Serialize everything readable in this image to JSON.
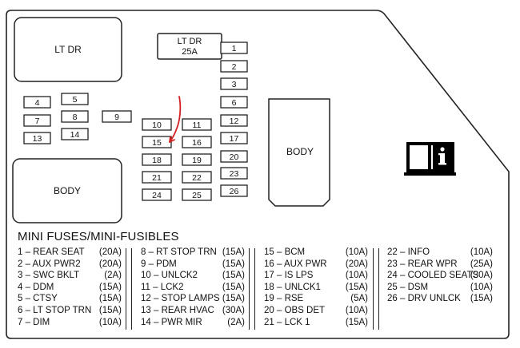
{
  "relays": {
    "lt_dr_relay": "LT DR",
    "body_left": "BODY",
    "body_center": "BODY"
  },
  "lt_dr_fuse": {
    "name": "LT DR",
    "amp": "25A"
  },
  "fuse_numbers": [
    "1",
    "2",
    "3",
    "4",
    "5",
    "6",
    "7",
    "8",
    "9",
    "10",
    "11",
    "12",
    "13",
    "14",
    "15",
    "16",
    "17",
    "18",
    "19",
    "20",
    "21",
    "22",
    "23",
    "24",
    "25",
    "26"
  ],
  "info_icon": "info-manual-icon",
  "annotation": {
    "color": "#d42020",
    "kind": "red-arrow-pointing-to-fuse-15"
  },
  "legend": {
    "title": "MINI FUSES/MINI-FUSIBLES",
    "columns": [
      [
        {
          "label": "1 – REAR SEAT",
          "amp": "(20A)"
        },
        {
          "label": "2 – AUX PWR2",
          "amp": "(20A)"
        },
        {
          "label": "3 – SWC BKLT",
          "amp": "(2A)"
        },
        {
          "label": "4 – DDM",
          "amp": "(15A)"
        },
        {
          "label": "5 – CTSY",
          "amp": "(15A)"
        },
        {
          "label": "6 – LT STOP TRN",
          "amp": "(15A)"
        },
        {
          "label": "7 – DIM",
          "amp": "(10A)"
        }
      ],
      [
        {
          "label": "8 – RT STOP TRN",
          "amp": "(15A)"
        },
        {
          "label": "9 – PDM",
          "amp": "(15A)"
        },
        {
          "label": "10 – UNLCK2",
          "amp": "(15A)"
        },
        {
          "label": "11 – LCK2",
          "amp": "(15A)"
        },
        {
          "label": "12 – STOP LAMPS",
          "amp": "(15A)"
        },
        {
          "label": "13 – REAR HVAC",
          "amp": "(30A)"
        },
        {
          "label": "14 – PWR MIR",
          "amp": "(2A)"
        }
      ],
      [
        {
          "label": "15 – BCM",
          "amp": "(10A)"
        },
        {
          "label": "16 – AUX PWR",
          "amp": "(20A)"
        },
        {
          "label": "17 – IS LPS",
          "amp": "(10A)"
        },
        {
          "label": "18 – UNLCK1",
          "amp": "(15A)"
        },
        {
          "label": "19 – RSE",
          "amp": "(5A)"
        },
        {
          "label": "20 – OBS DET",
          "amp": "(10A)"
        },
        {
          "label": "21 – LCK 1",
          "amp": "(15A)"
        }
      ],
      [
        {
          "label": "22 – INFO",
          "amp": "(10A)"
        },
        {
          "label": "23 – REAR WPR",
          "amp": "(25A)"
        },
        {
          "label": "24 – COOLED SEATS",
          "amp": "(30A)"
        },
        {
          "label": "25 – DSM",
          "amp": "(10A)"
        },
        {
          "label": "26 – DRV UNLCK",
          "amp": "(15A)"
        }
      ]
    ]
  }
}
